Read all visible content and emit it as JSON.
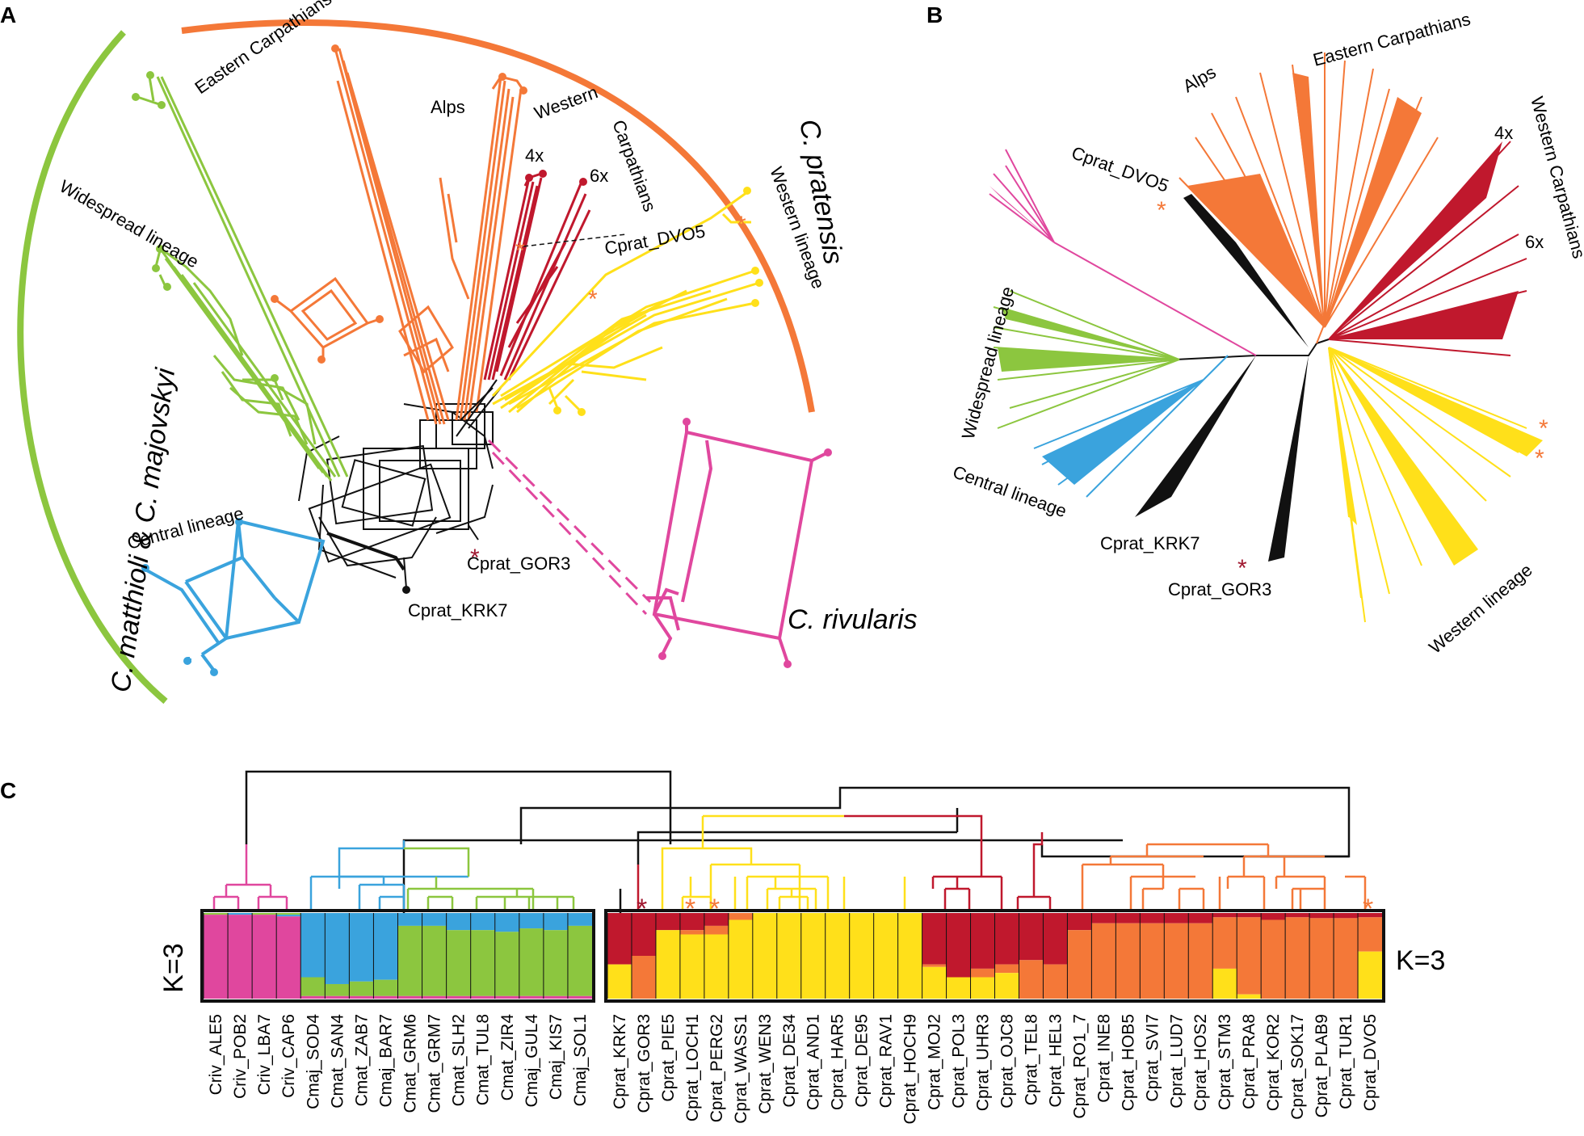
{
  "colors": {
    "central": "#3aa3dd",
    "widespread": "#8cc63f",
    "alps_ecarp": "#f47838",
    "wcarp": "#c0182d",
    "western": "#ffe01a",
    "rivularis": "#e0479e",
    "black": "#111111",
    "asterisk_orange": "#f47838",
    "asterisk_red": "#a01830"
  },
  "panel_a": {
    "letter": "A",
    "labels": {
      "eastern_carpathians": "Eastern Carpathians",
      "alps": "Alps",
      "western_carpathians_1": "Western",
      "western_carpathians_2": "Carpathians",
      "4x": "4x",
      "6x": "6x",
      "cprat_dvo5": "Cprat_DVO5",
      "western_lineage": "Western lineage",
      "widespread_lineage": "Widespread lineage",
      "central_lineage": "Central lineage",
      "cprat_gor3": "Cprat_GOR3",
      "cprat_krk7": "Cprat_KRK7",
      "c_rivularis": "C. rivularis",
      "c_pratensis": "C. pratensis",
      "c_matthioli_majovskyi": "C. matthioli & C. majovskyi"
    }
  },
  "panel_b": {
    "letter": "B",
    "labels": {
      "alps": "Alps",
      "eastern_carpathians": "Eastern Carpathians",
      "western_carpathians": "Western Carpathians",
      "4x": "4x",
      "6x": "6x",
      "cprat_dvo5": "Cprat_DVO5",
      "widespread_lineage": "Widespread lineage",
      "central_lineage": "Central lineage",
      "cprat_krk7": "Cprat_KRK7",
      "cprat_gor3": "Cprat_GOR3",
      "western_lineage": "Western lineage"
    }
  },
  "panel_c": {
    "letter": "C",
    "k_label_left": "K=3",
    "k_label_right": "K=3",
    "left_group": [
      {
        "name": "Criv_ALE5",
        "q": [
          0.0,
          0.02,
          0.98
        ],
        "order": [
          "blue",
          "green",
          "pink"
        ]
      },
      {
        "name": "Criv_POB2",
        "q": [
          0.02,
          0.0,
          0.98
        ]
      },
      {
        "name": "Criv_LBA7",
        "q": [
          0.0,
          0.02,
          0.98
        ]
      },
      {
        "name": "Criv_CAP6",
        "q": [
          0.02,
          0.02,
          0.96
        ]
      },
      {
        "name": "Cmaj_SOD4",
        "q": [
          0.75,
          0.22,
          0.03
        ]
      },
      {
        "name": "Cmat_SAN4",
        "q": [
          0.83,
          0.14,
          0.03
        ]
      },
      {
        "name": "Cmat_ZAB7",
        "q": [
          0.8,
          0.17,
          0.03
        ]
      },
      {
        "name": "Cmaj_BAR7",
        "q": [
          0.78,
          0.19,
          0.03
        ]
      },
      {
        "name": "Cmat_GRM6",
        "q": [
          0.15,
          0.82,
          0.03
        ]
      },
      {
        "name": "Cmat_GRM7",
        "q": [
          0.15,
          0.82,
          0.03
        ]
      },
      {
        "name": "Cmat_SLH2",
        "q": [
          0.2,
          0.77,
          0.03
        ]
      },
      {
        "name": "Cmat_TUL8",
        "q": [
          0.2,
          0.77,
          0.03
        ]
      },
      {
        "name": "Cmat_ZIR4",
        "q": [
          0.22,
          0.75,
          0.03
        ]
      },
      {
        "name": "Cmaj_GUL4",
        "q": [
          0.18,
          0.79,
          0.03
        ]
      },
      {
        "name": "Cmaj_KIS7",
        "q": [
          0.2,
          0.77,
          0.03
        ]
      },
      {
        "name": "Cmaj_SOL1",
        "q": [
          0.15,
          0.82,
          0.03
        ]
      }
    ],
    "right_group": [
      {
        "name": "Cprat_KRK7",
        "q": [
          0.6,
          0.0,
          0.4
        ]
      },
      {
        "name": "Cprat_GOR3",
        "q": [
          0.5,
          0.5,
          0.0
        ]
      },
      {
        "name": "Cprat_PIE5",
        "q": [
          0.2,
          0.0,
          0.8
        ]
      },
      {
        "name": "Cprat_LOCH1",
        "q": [
          0.2,
          0.05,
          0.75
        ]
      },
      {
        "name": "Cprat_PERG2",
        "q": [
          0.15,
          0.1,
          0.75
        ]
      },
      {
        "name": "Cprat_WASS1",
        "q": [
          0.0,
          0.08,
          0.92
        ]
      },
      {
        "name": "Cprat_WEN3",
        "q": [
          0.0,
          0.0,
          1.0
        ]
      },
      {
        "name": "Cprat_DE34",
        "q": [
          0.0,
          0.0,
          1.0
        ]
      },
      {
        "name": "Cprat_AND1",
        "q": [
          0.0,
          0.0,
          1.0
        ]
      },
      {
        "name": "Cprat_HAR5",
        "q": [
          0.0,
          0.0,
          1.0
        ]
      },
      {
        "name": "Cprat_DE95",
        "q": [
          0.0,
          0.0,
          1.0
        ]
      },
      {
        "name": "Cprat_RAV1",
        "q": [
          0.0,
          0.0,
          1.0
        ]
      },
      {
        "name": "Cprat_HOCH9",
        "q": [
          0.0,
          0.0,
          1.0
        ]
      },
      {
        "name": "Cprat_MOJ2",
        "q": [
          0.6,
          0.03,
          0.37
        ]
      },
      {
        "name": "Cprat_POL3",
        "q": [
          0.75,
          0.0,
          0.25
        ]
      },
      {
        "name": "Cprat_UHR3",
        "q": [
          0.65,
          0.1,
          0.25
        ]
      },
      {
        "name": "Cprat_OJC8",
        "q": [
          0.6,
          0.1,
          0.3
        ]
      },
      {
        "name": "Cprat_TEL8",
        "q": [
          0.55,
          0.45,
          0.0
        ]
      },
      {
        "name": "Cprat_HEL3",
        "q": [
          0.6,
          0.4,
          0.0
        ]
      },
      {
        "name": "Cprat_RO1_7",
        "q": [
          0.2,
          0.8,
          0.0
        ]
      },
      {
        "name": "Cprat_INE8",
        "q": [
          0.12,
          0.88,
          0.0
        ]
      },
      {
        "name": "Cprat_HOB5",
        "q": [
          0.12,
          0.88,
          0.0
        ]
      },
      {
        "name": "Cprat_SVI7",
        "q": [
          0.12,
          0.88,
          0.0
        ]
      },
      {
        "name": "Cprat_LUD7",
        "q": [
          0.12,
          0.88,
          0.0
        ]
      },
      {
        "name": "Cprat_HOS2",
        "q": [
          0.12,
          0.88,
          0.0
        ]
      },
      {
        "name": "Cprat_STM3",
        "q": [
          0.05,
          0.6,
          0.35
        ]
      },
      {
        "name": "Cprat_PRA8",
        "q": [
          0.05,
          0.9,
          0.05
        ]
      },
      {
        "name": "Cprat_KOR2",
        "q": [
          0.08,
          0.92,
          0.0
        ]
      },
      {
        "name": "Cprat_SOK17",
        "q": [
          0.05,
          0.95,
          0.0
        ]
      },
      {
        "name": "Cprat_PLAB9",
        "q": [
          0.06,
          0.94,
          0.0
        ]
      },
      {
        "name": "Cprat_TUR1",
        "q": [
          0.06,
          0.94,
          0.0
        ]
      },
      {
        "name": "Cprat_DVO5",
        "q": [
          0.05,
          0.4,
          0.55
        ]
      }
    ],
    "left_order": [
      "pink",
      "blue",
      "green"
    ],
    "right_order": [
      "red",
      "orange",
      "yellow"
    ],
    "asterisks": [
      {
        "sample": "Cprat_GOR3",
        "color": "red"
      },
      {
        "sample": "Cprat_LOCH1",
        "color": "orange"
      },
      {
        "sample": "Cprat_PERG2",
        "color": "orange"
      },
      {
        "sample": "Cprat_DVO5",
        "color": "orange"
      }
    ]
  }
}
